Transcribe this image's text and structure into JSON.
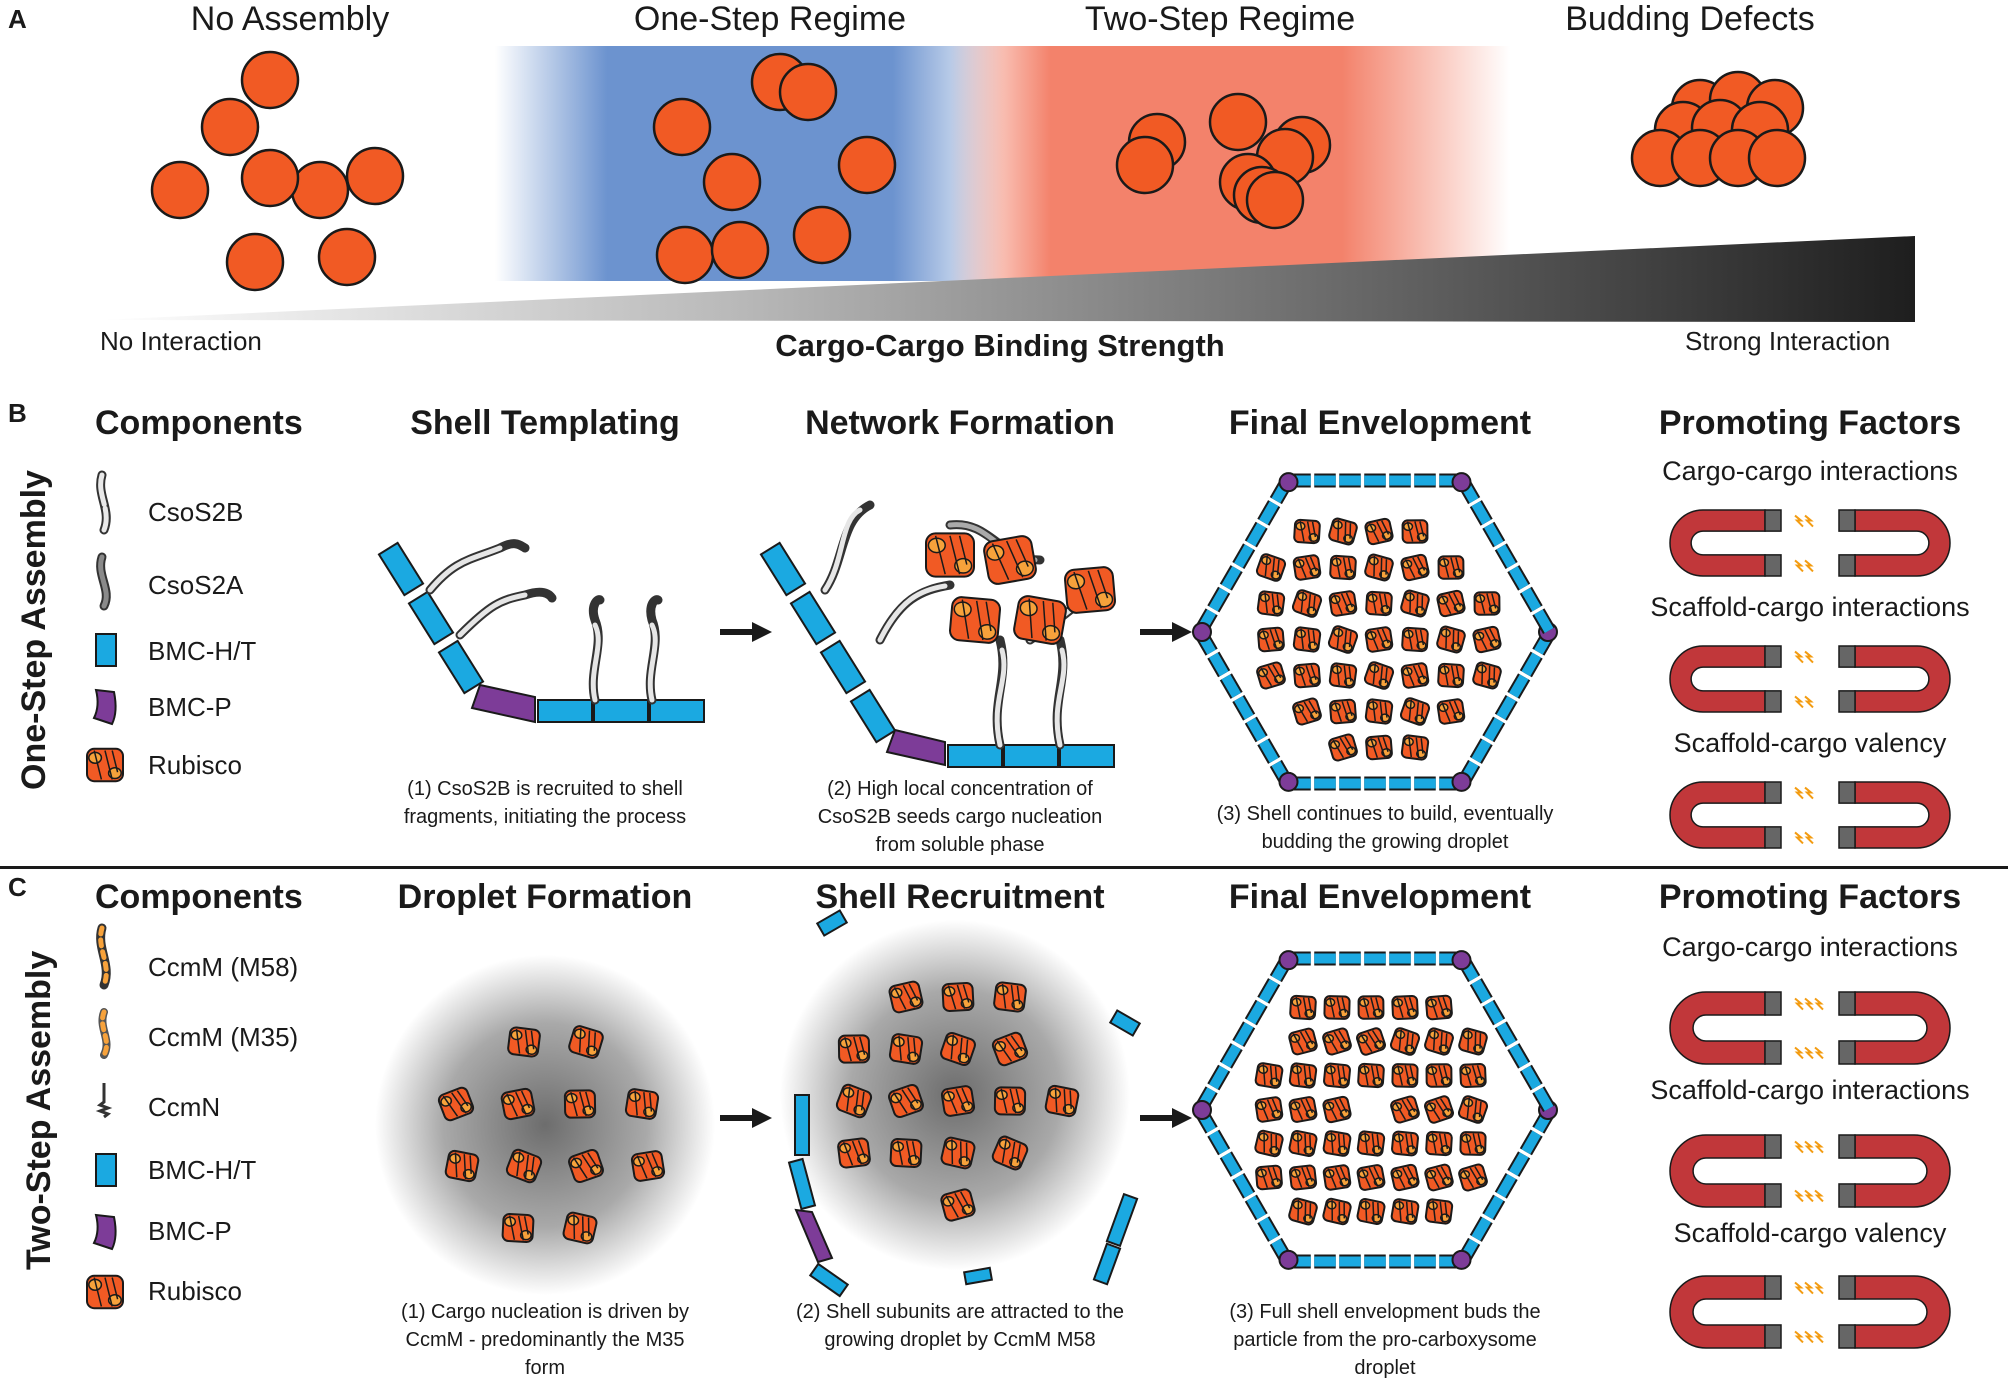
{
  "panels": {
    "a": {
      "letter": "A",
      "regimes": [
        "No Assembly",
        "One-Step Regime",
        "Two-Step Regime",
        "Budding Defects"
      ],
      "axis_left": "No Interaction",
      "axis_title": "Cargo-Cargo Binding Strength",
      "axis_right": "Strong Interaction"
    },
    "b": {
      "letter": "B",
      "side_label": "One-Step Assembly",
      "components_title": "Components",
      "legend": [
        "CsoS2B",
        "CsoS2A",
        "BMC-H/T",
        "BMC-P",
        "Rubisco"
      ],
      "steps": [
        "Shell Templating",
        "Network Formation",
        "Final Envelopment"
      ],
      "captions": [
        "(1) CsoS2B is recruited to shell fragments, initiating the process",
        "(2) High local concentration of CsoS2B seeds cargo nucleation from soluble phase",
        "(3) Shell continues to build, eventually budding the growing droplet"
      ],
      "factors_title": "Promoting Factors",
      "factors": [
        "Cargo-cargo interactions",
        "Scaffold-cargo interactions",
        "Scaffold-cargo valency"
      ]
    },
    "c": {
      "letter": "C",
      "side_label": "Two-Step Assembly",
      "components_title": "Components",
      "legend": [
        "CcmM (M58)",
        "CcmM (M35)",
        "CcmN",
        "BMC-H/T",
        "BMC-P",
        "Rubisco"
      ],
      "steps": [
        "Droplet Formation",
        "Shell Recruitment",
        "Final Envelopment"
      ],
      "captions": [
        "(1) Cargo nucleation is driven by CcmM - predominantly the M35 form",
        "(2) Shell subunits are attracted to the growing droplet by CcmM M58",
        "(3) Full shell envelopment buds the particle from the pro-carboxysome droplet"
      ],
      "factors_title": "Promoting Factors",
      "factors": [
        "Cargo-cargo interactions",
        "Scaffold-cargo interactions",
        "Scaffold-cargo valency"
      ]
    }
  },
  "colors": {
    "cargo": "#f15a24",
    "shell_hex": "#1ba9e1",
    "shell_pent": "#7d3c98",
    "magnet": "#c1373a",
    "one_step_bg": "#6c93cf",
    "two_step_bg": "#f3826b"
  }
}
